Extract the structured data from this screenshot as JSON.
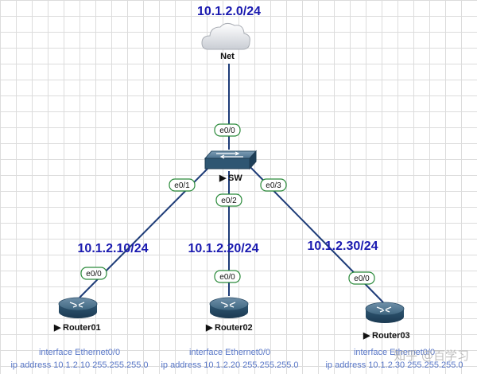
{
  "subnets": {
    "net": "10.1.2.0/24",
    "router01": "10.1.2.10/24",
    "router02": "10.1.2.20/24",
    "router03": "10.1.2.30/24"
  },
  "nodes": {
    "net": {
      "label": "Net",
      "icon": "cloud-icon"
    },
    "sw": {
      "label": "SW",
      "icon": "switch-icon"
    },
    "router01": {
      "label": "Router01",
      "icon": "router-icon"
    },
    "router02": {
      "label": "Router02",
      "icon": "router-icon"
    },
    "router03": {
      "label": "Router03",
      "icon": "router-icon"
    }
  },
  "ports": {
    "sw_net": "e0/0",
    "sw_r1": "e0/1",
    "sw_r2": "e0/2",
    "sw_r3": "e0/3",
    "r1": "e0/0",
    "r2": "e0/0",
    "r3": "e0/0"
  },
  "config": {
    "router01": {
      "line1": "interface Ethernet0/0",
      "line2": "ip address 10.1.2.10 255.255.255.0"
    },
    "router02": {
      "line1": "interface Ethernet0/0",
      "line2": "ip address 10.1.2.20 255.255.255.0"
    },
    "router03": {
      "line1": "interface Ethernet0/0",
      "line2": "ip address 10.1.2.30 255.255.255.0"
    }
  },
  "watermark": "知乎 @百学习",
  "colors": {
    "subnet_text": "#1a1ab0",
    "link": "#1e3c78",
    "port_border": "#2a8a3a",
    "config_text": "#5a78c8"
  }
}
